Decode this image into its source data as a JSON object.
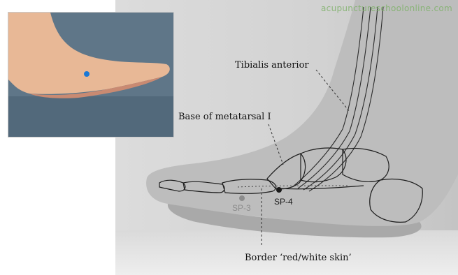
{
  "watermark": "acupunctureschoolonline.com",
  "labels": {
    "tibialis_anterior": "Tibialis anterior",
    "base_metatarsal": "Base of metatarsal I",
    "border_skin": "Border ‘red/white skin’"
  },
  "points": {
    "sp3": "SP-3",
    "sp4": "SP-4"
  },
  "colors": {
    "watermark": "#7fb26a",
    "inset_point": "#1a78d6",
    "sp3": "#8c8c8c",
    "sp4": "#1a1a1a",
    "leader_line": "#333333"
  }
}
